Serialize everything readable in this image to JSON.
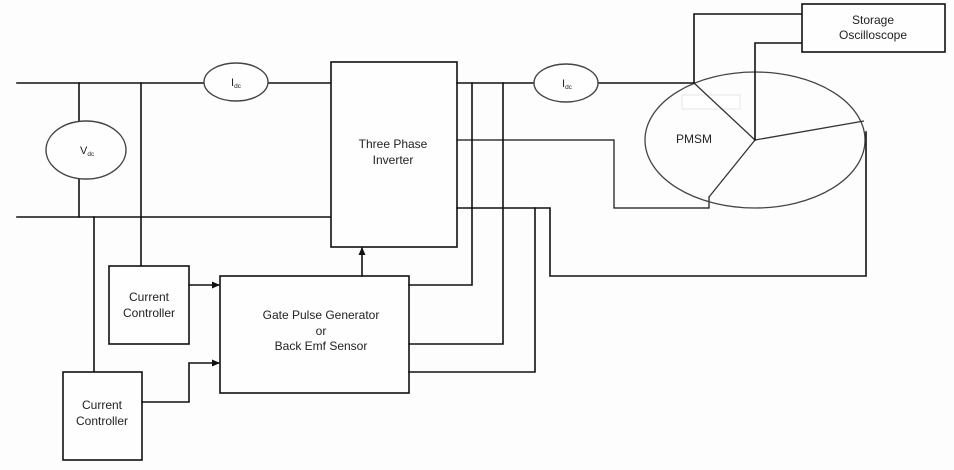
{
  "diagram": {
    "blocks": {
      "inverter": {
        "lines": [
          "Three Phase",
          "Inverter"
        ]
      },
      "gate_pulse_generator": {
        "lines": [
          "Gate Pulse Generator",
          "or",
          "Back Emf Sensor"
        ]
      },
      "current_controller_1": {
        "lines": [
          "Current",
          "Controller"
        ]
      },
      "current_controller_2": {
        "lines": [
          "Current",
          "Controller"
        ]
      },
      "storage_oscilloscope": {
        "lines": [
          "Storage",
          "Oscilloscope"
        ]
      },
      "motor": {
        "label": "PMSM"
      }
    },
    "meters": {
      "dc_voltage": {
        "symbol": "V",
        "subscript": "dc"
      },
      "dc_current_input": {
        "symbol": "I",
        "subscript": "dc"
      },
      "dc_current_output": {
        "symbol": "I",
        "subscript": "dc"
      }
    },
    "colors": {
      "line": "#111111",
      "background": "#fdfdfd"
    }
  }
}
